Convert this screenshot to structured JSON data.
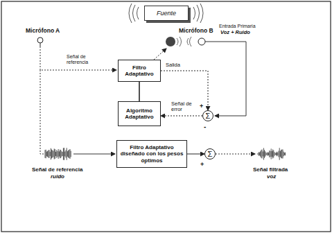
{
  "diagram": {
    "nodes": [
      {
        "text": [
          "Fuente"
        ]
      },
      {
        "text": [
          "Filtro Adaptativo"
        ]
      },
      {
        "text": [
          "Algoritmo Adaptativo"
        ]
      },
      {
        "text": [
          "Σ"
        ]
      },
      {
        "text": [
          "Filtro Adaptativo diseñado con los pesos óptimos"
        ]
      },
      {
        "text": [
          "Σ"
        ]
      }
    ],
    "edges": [
      {
        "from": 1,
        "to": 3,
        "arrow": "to",
        "label": "Salida"
      },
      {
        "from": 3,
        "to": 2,
        "arrow": "to",
        "label": "Señal de error"
      },
      {
        "from": 2,
        "to": 1,
        "arrow": "none"
      },
      {
        "from": 4,
        "to": 5,
        "arrow": "to"
      }
    ],
    "labels": [
      "Micrófono A",
      "Micrófono B",
      "Entrada Primaria",
      "Voz + Ruido",
      "Señal de referencia",
      "+",
      "-",
      "Señal de referencia",
      "ruido",
      "+",
      "Señal filtrada",
      "voz"
    ]
  }
}
